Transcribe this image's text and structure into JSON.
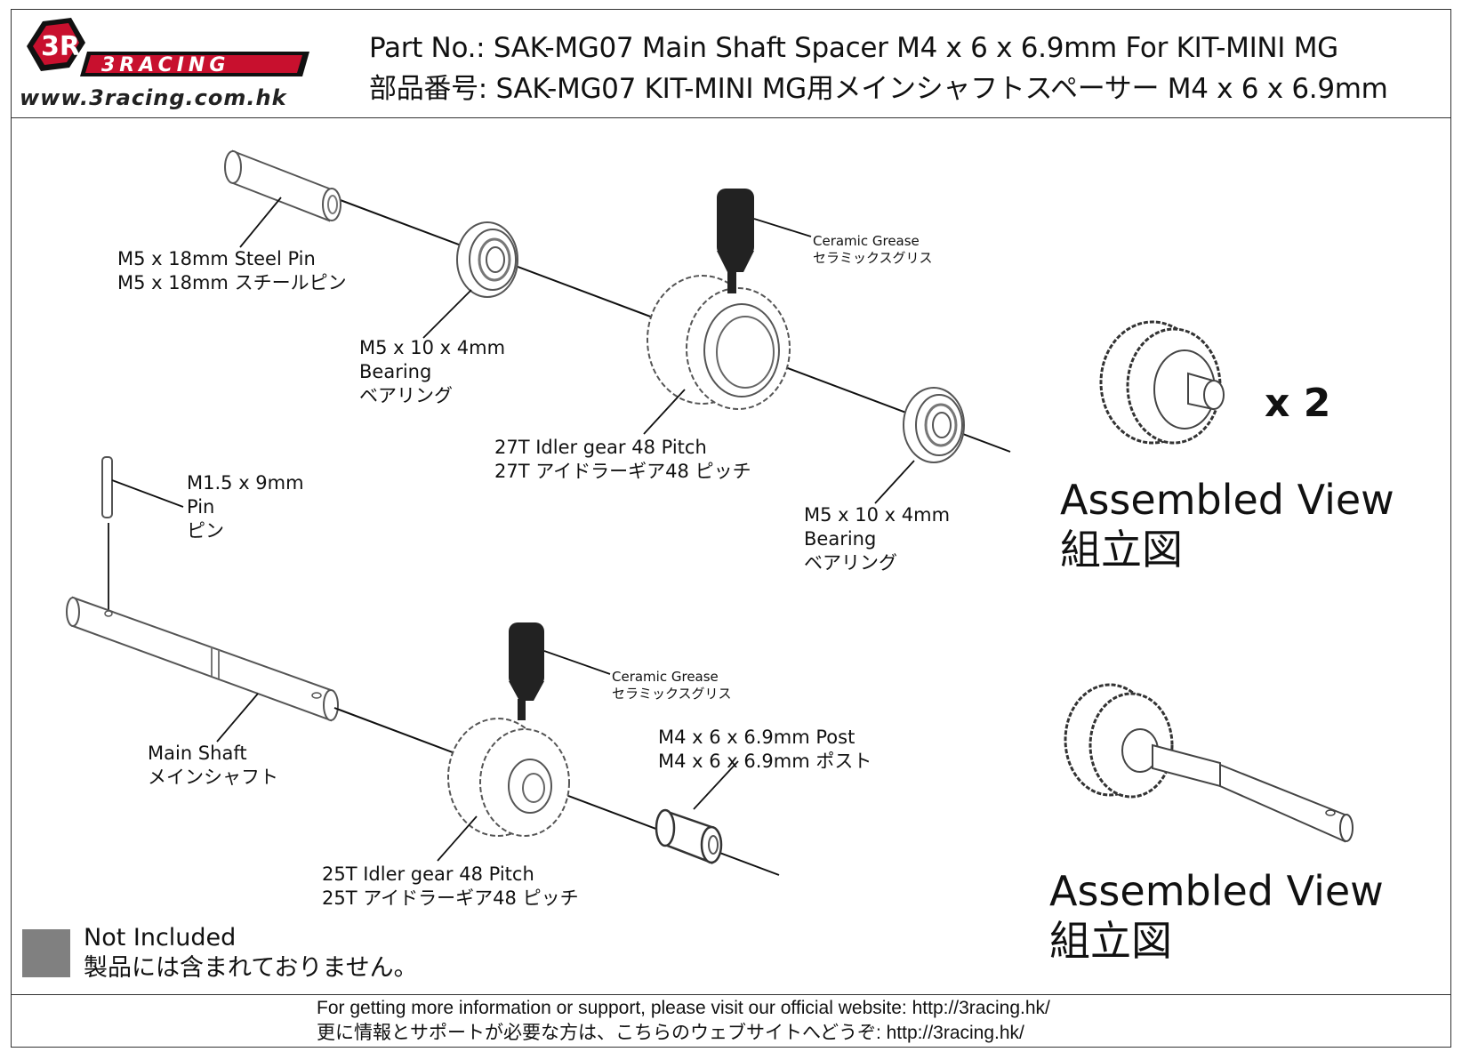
{
  "header": {
    "brand": "3RACING",
    "brand_mark": "3R",
    "website": "www.3racing.com.hk",
    "title_en": "Part No.: SAK-MG07  Main Shaft Spacer M4 x 6 x 6.9mm For KIT-MINI MG",
    "title_jp": "部品番号: SAK-MG07   KIT-MINI MG用メインシャフトスペーサー M4 x 6 x 6.9mm"
  },
  "parts": {
    "steel_pin": {
      "en": "M5 x 18mm Steel Pin",
      "jp": "M5 x 18mm スチールピン"
    },
    "bearing_left": {
      "size": "M5 x 10 x 4mm",
      "en": "Bearing",
      "jp": "ベアリング"
    },
    "grease_top": {
      "en": "Ceramic Grease",
      "jp": "セラミックスグリス"
    },
    "idler_27t": {
      "en": "27T Idler gear 48 Pitch",
      "jp": "27T アイドラーギア48 ピッチ"
    },
    "bearing_right": {
      "size": "M5 x 10 x 4mm",
      "en": "Bearing",
      "jp": "ベアリング"
    },
    "small_pin": {
      "size": "M1.5 x 9mm",
      "en": "Pin",
      "jp": "ピン"
    },
    "grease_bottom": {
      "en": "Ceramic Grease",
      "jp": "セラミックスグリス"
    },
    "post": {
      "en": "M4 x 6 x 6.9mm Post",
      "jp": "M4 x 6 x 6.9mm ポスト"
    },
    "main_shaft": {
      "en": "Main Shaft",
      "jp": "メインシャフト"
    },
    "idler_25t": {
      "en": "25T Idler gear 48 Pitch",
      "jp": "25T アイドラーギア48 ピッチ"
    }
  },
  "assembled": {
    "top": {
      "en": "Assembled View",
      "jp": "組立図",
      "qty": "x 2"
    },
    "bottom": {
      "en": "Assembled View",
      "jp": "組立図"
    }
  },
  "legend": {
    "en": "Not Included",
    "jp": "製品には含まれておりません。",
    "swatch_color": "#808080"
  },
  "footer": {
    "en": "For getting more information or support, please visit our official website: http://3racing.hk/",
    "jp": "更に情報とサポートが必要な方は、こちらのウェブサイトへどうぞ: http://3racing.hk/"
  }
}
